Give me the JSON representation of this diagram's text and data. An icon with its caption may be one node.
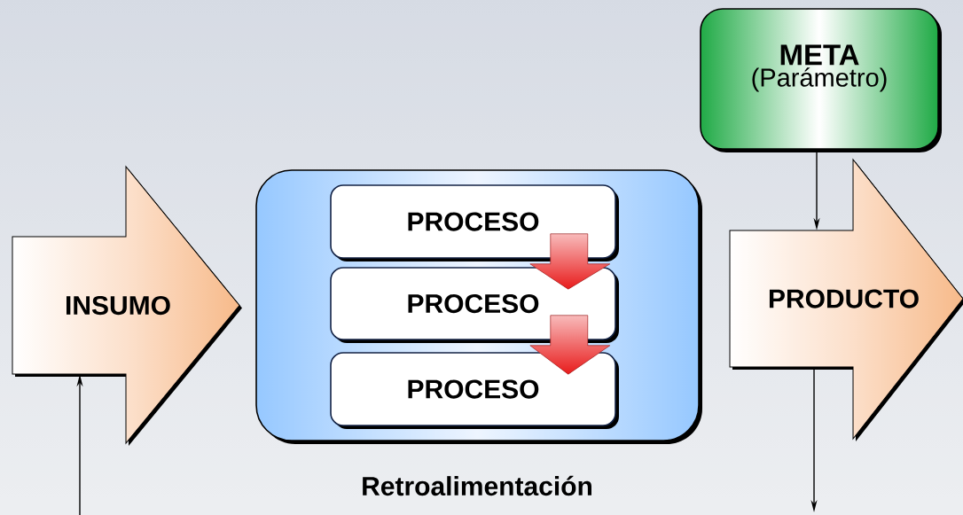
{
  "diagram": {
    "nodes": [
      {
        "text": [
          "META",
          "(Parámetro)"
        ]
      },
      {
        "text": [
          "INSUMO"
        ]
      },
      {
        "text": [],
        "shape": "box"
      },
      {
        "text": [
          "PROCESO"
        ],
        "in": 2
      },
      {
        "text": [
          "PROCESO"
        ],
        "in": 2
      },
      {
        "text": [
          "PROCESO"
        ],
        "in": 2
      },
      {
        "text": [
          "PRODUCTO"
        ]
      }
    ],
    "edges": [
      {
        "from": 0,
        "to": 6,
        "arrow": "to"
      },
      {
        "from": null,
        "to": 1,
        "arrow": "to"
      },
      {
        "from": 6,
        "to": null,
        "arrow": "to"
      },
      {
        "from": 3,
        "to": 4,
        "arrow": "to",
        "style": "thick",
        "color": "#e81c1c"
      },
      {
        "from": 4,
        "to": 5,
        "arrow": "to",
        "style": "thick",
        "color": "#e81c1c"
      }
    ],
    "labels": [
      "Retroalimentación"
    ]
  }
}
